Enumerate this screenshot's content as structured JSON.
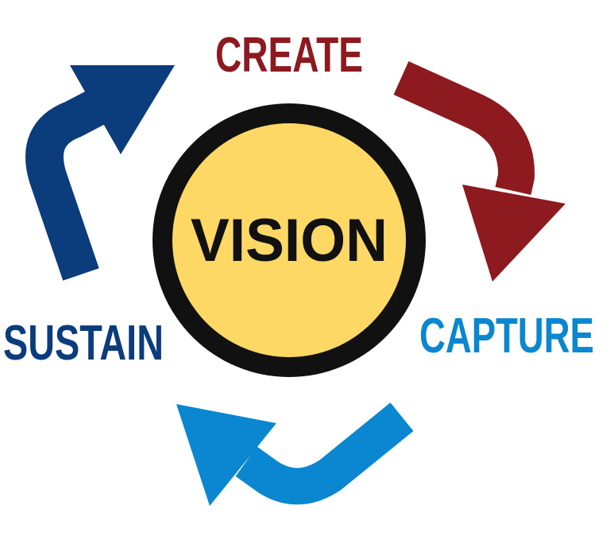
{
  "center": {
    "label": "VISION",
    "fill_color": "#FDD865",
    "ring_color": "#111111",
    "text_color": "#111111"
  },
  "stages": [
    {
      "label": "CREATE",
      "color": "#8C1A1F"
    },
    {
      "label": "CAPTURE",
      "color": "#0A87D0"
    },
    {
      "label": "SUSTAIN",
      "color": "#0B3C7C"
    }
  ],
  "arrows": [
    {
      "from": "CREATE",
      "to": "CAPTURE",
      "color": "#8C1A1F",
      "icon": "curved-arrow-down-right"
    },
    {
      "from": "CAPTURE",
      "to": "SUSTAIN",
      "color": "#0A87D0",
      "icon": "curved-arrow-up-left"
    },
    {
      "from": "SUSTAIN",
      "to": "CREATE",
      "color": "#0B3C7C",
      "icon": "curved-arrow-up-right"
    }
  ]
}
